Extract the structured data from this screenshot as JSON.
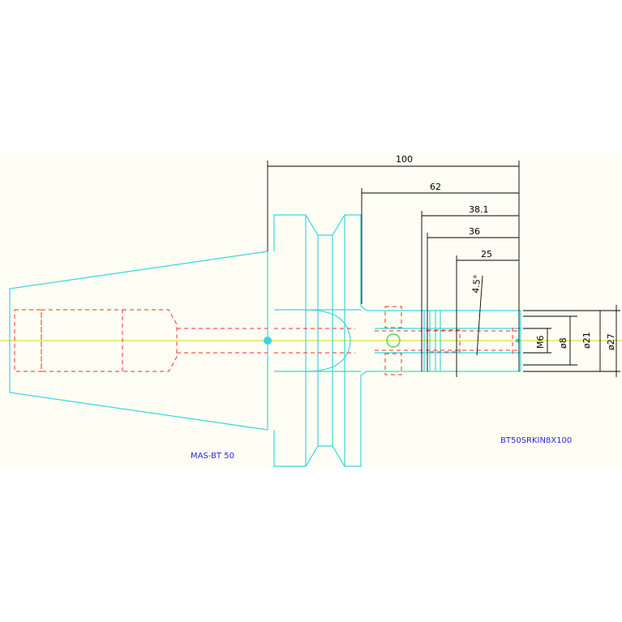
{
  "drawing": {
    "labels": {
      "left_part": "MAS-BT 50",
      "right_part": "BT50SRKIN8X100"
    },
    "dimensions": {
      "overall": "100",
      "d62": "62",
      "d38": "38.1",
      "d36": "36",
      "d25": "25",
      "angle": "4.5°",
      "m6": "M6",
      "dia8": "ø8",
      "dia21": "ø21",
      "dia27": "ø27"
    },
    "colors": {
      "outline": "#39d6dc",
      "hidden": "#ff2a2a",
      "centerline": "#d8d800",
      "dimension": "#000000",
      "label": "#2a2ad8",
      "background": "#fefef4"
    }
  }
}
